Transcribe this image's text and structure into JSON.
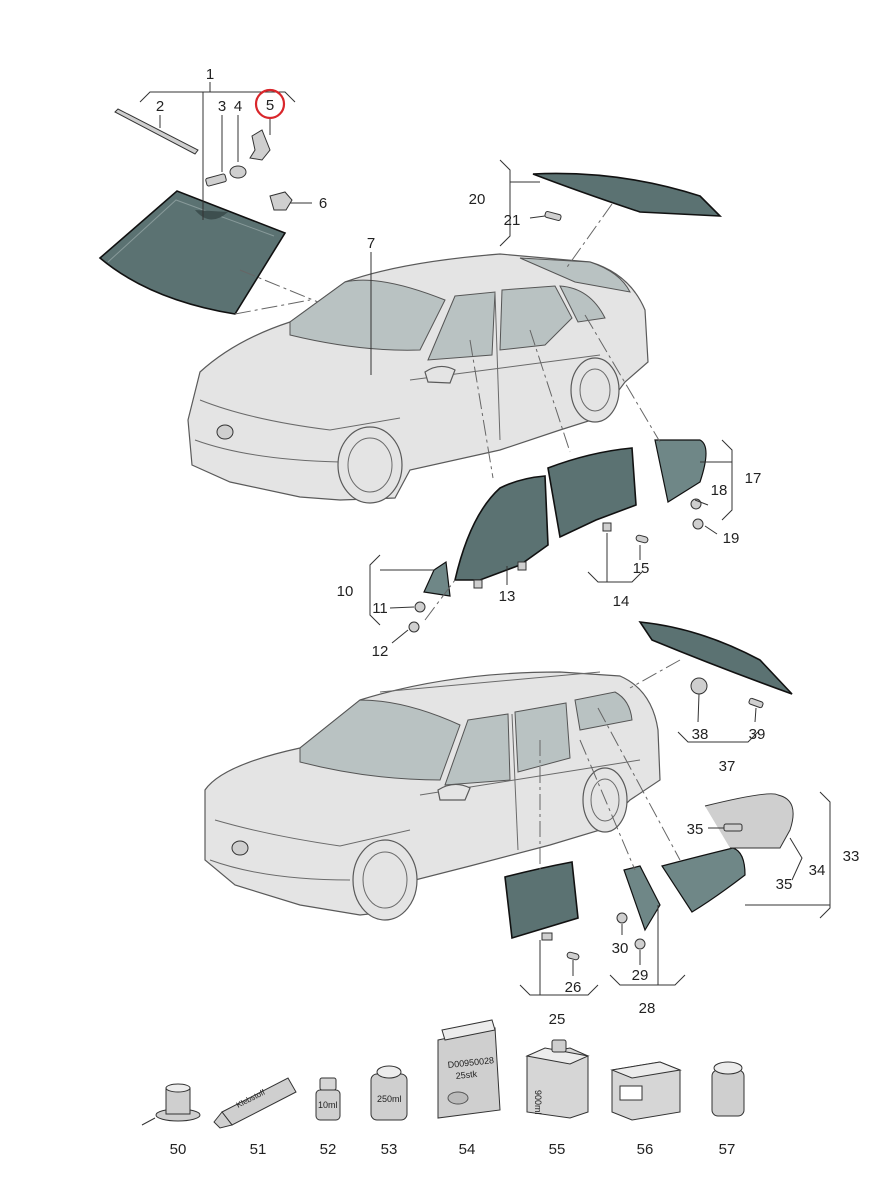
{
  "highlight_color": "#d9262b",
  "labels": {
    "n1": "1",
    "n2": "2",
    "n3": "3",
    "n4": "4",
    "n5": "5",
    "n6": "6",
    "n7": "7",
    "n10": "10",
    "n11": "11",
    "n12": "12",
    "n13": "13",
    "n14": "14",
    "n15": "15",
    "n17": "17",
    "n18": "18",
    "n19": "19",
    "n20": "20",
    "n21": "21",
    "n25": "25",
    "n26": "26",
    "n28": "28",
    "n29": "29",
    "n30": "30",
    "n33": "33",
    "n34": "34",
    "n35a": "35",
    "n35b": "35",
    "n37": "37",
    "n38": "38",
    "n39": "39",
    "n50": "50",
    "n51": "51",
    "n52": "52",
    "n53": "53",
    "n54": "54",
    "n55": "55",
    "n56": "56",
    "n57": "57"
  },
  "package_text": {
    "tube": "Klebstoff",
    "bottle": "10ml",
    "can": "250ml",
    "bag_line1": "D00950028",
    "bag_line2": "25stk",
    "canister": "900ml"
  }
}
